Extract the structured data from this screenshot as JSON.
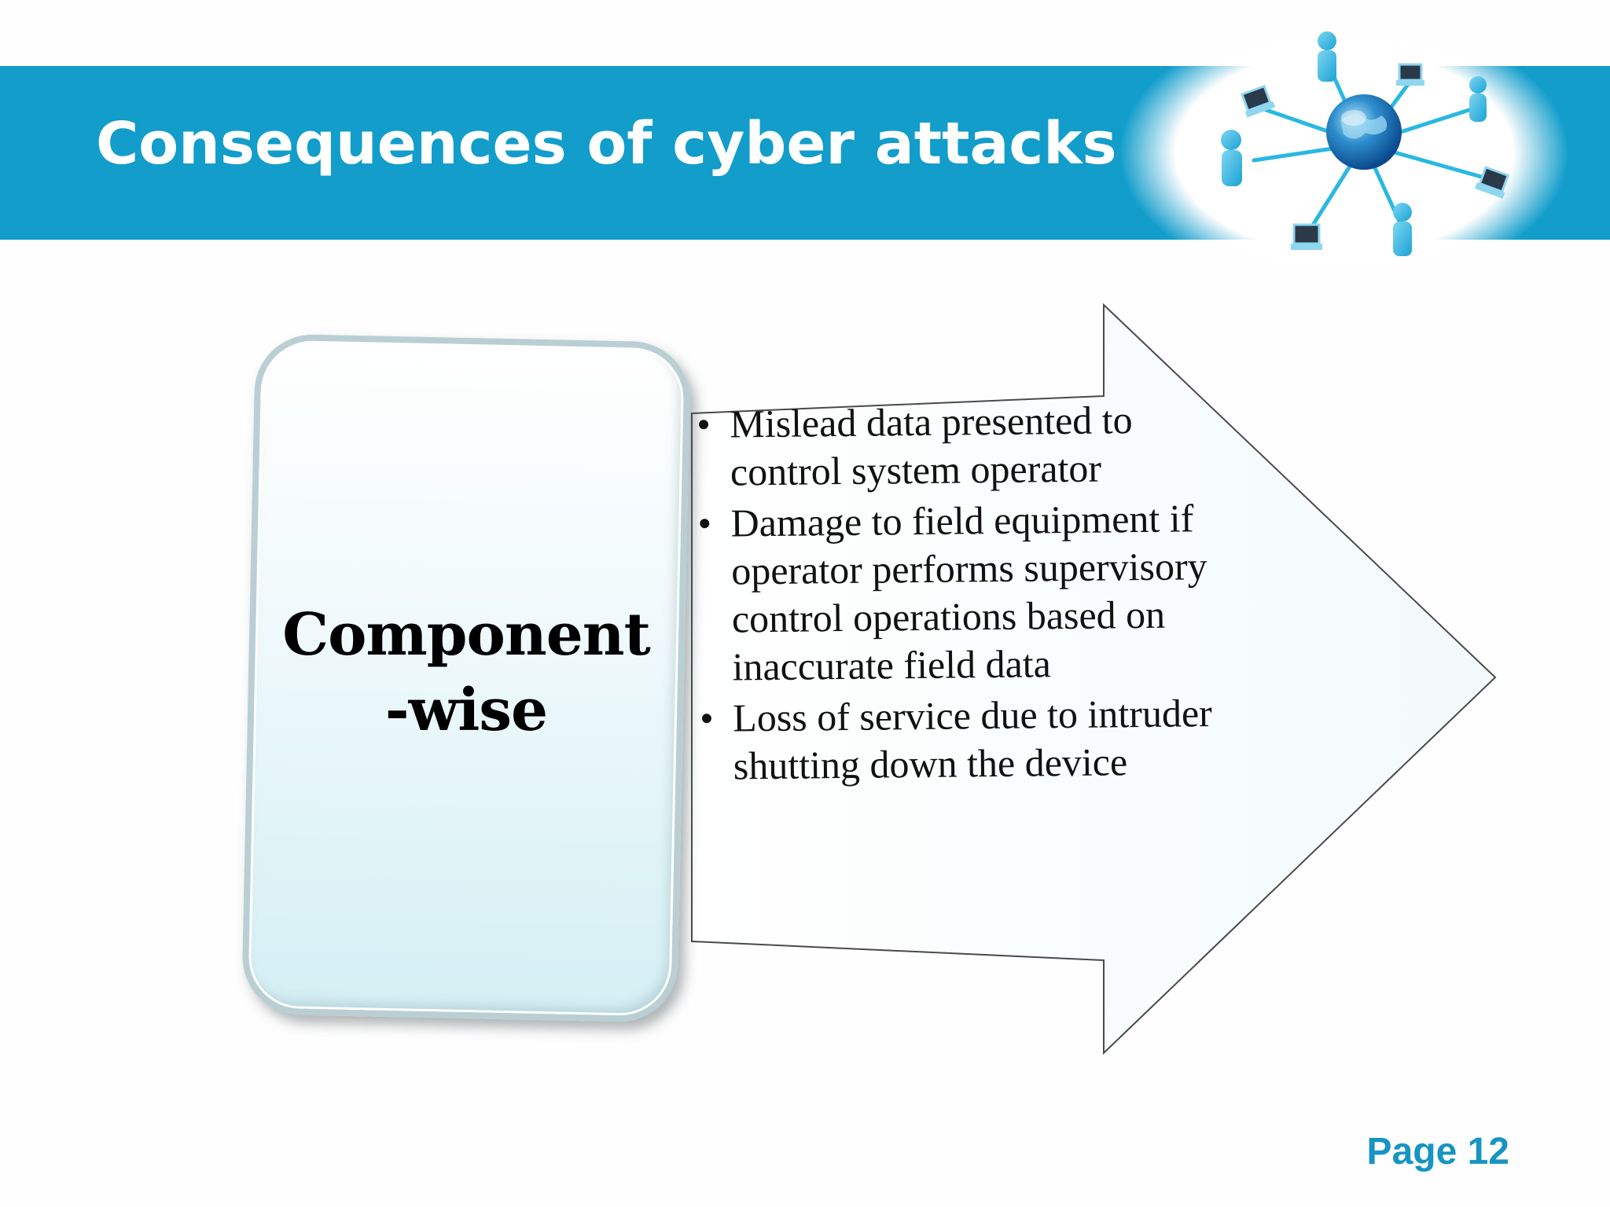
{
  "slide": {
    "title": "Consequences of cyber attacks",
    "page_label": "Page 12"
  },
  "diagram": {
    "category": "Component\n-wise",
    "category_lines": [
      "Component",
      "-wise"
    ],
    "bullets": [
      "Mislead data presented to control system operator",
      "Damage to field equipment if operator performs supervisory control operations based on inaccurate field data",
      "Loss of service due to intruder shutting down the device"
    ]
  },
  "colors": {
    "banner": "#129dcb",
    "title_text": "#ffffff",
    "page_number": "#1794c3",
    "network_accent": "#29b8e2"
  },
  "icons": {
    "header_graphic": "globe-network-icon"
  }
}
